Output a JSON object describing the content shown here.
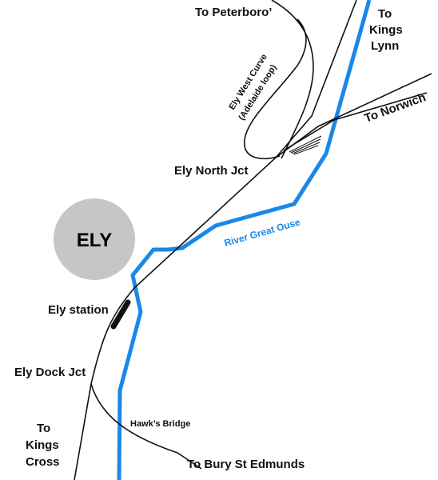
{
  "colors": {
    "river": "#1a88e6",
    "rail": "#111111",
    "town_fill": "#c6c6c6"
  },
  "town": {
    "name": "ELY"
  },
  "river": {
    "name": "River Great Ouse"
  },
  "labels": {
    "peterboro": "To Peterboro’",
    "kings_lynn_1": "To",
    "kings_lynn_2": "Kings",
    "kings_lynn_3": "Lynn",
    "norwich": "To Norwich",
    "west_curve_1": "Ely West Curve",
    "west_curve_2": "(Adelaide loop)",
    "north_jct": "Ely North Jct",
    "station": "Ely station",
    "dock_jct": "Ely Dock Jct",
    "kings_cross_1": "To",
    "kings_cross_2": "Kings",
    "kings_cross_3": "Cross",
    "hawks_bridge": "Hawk’s Bridge",
    "bury": "To Bury St Edmunds"
  }
}
